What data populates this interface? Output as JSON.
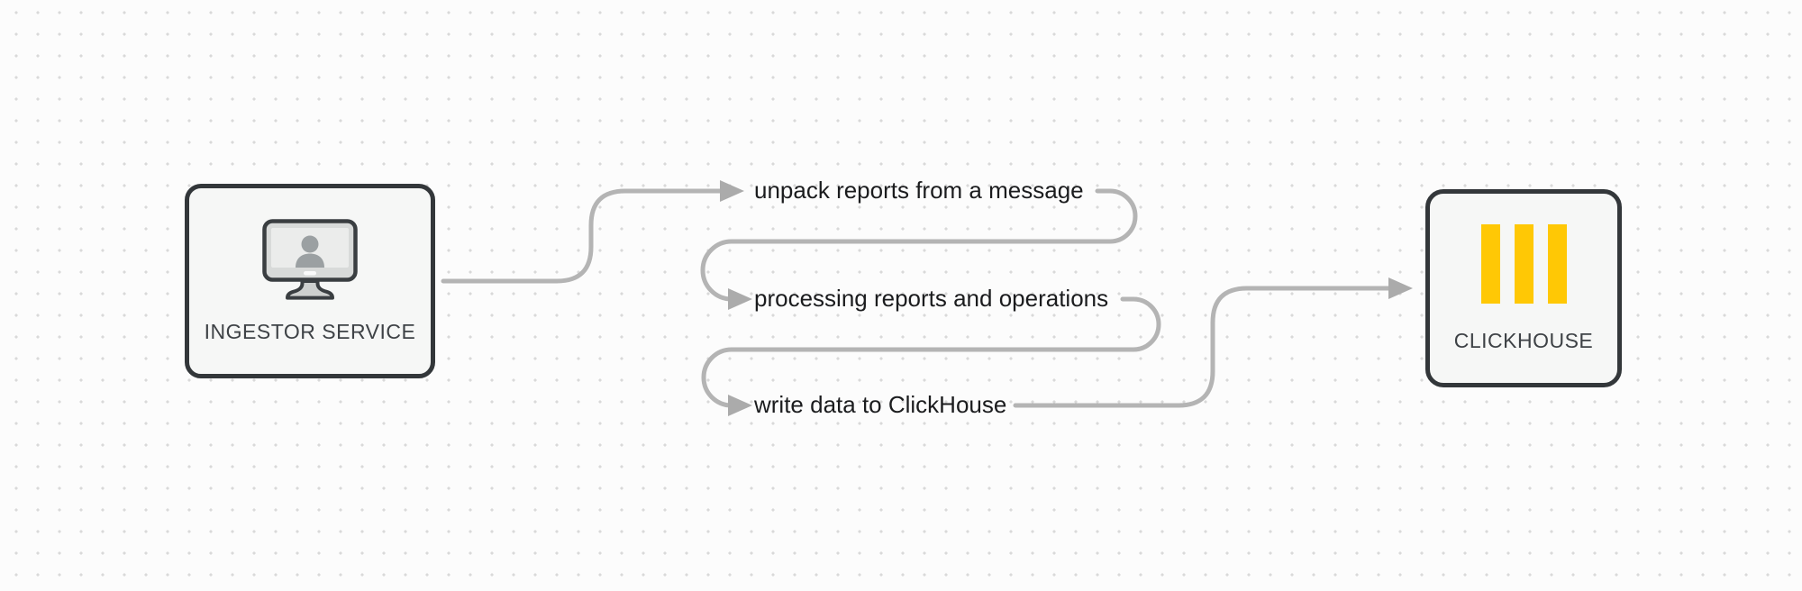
{
  "diagram": {
    "nodes": {
      "ingestor": {
        "label": "INGESTOR SERVICE",
        "icon": "user-monitor-icon"
      },
      "clickhouse": {
        "label": "CLICKHOUSE",
        "icon": "clickhouse-bars-icon"
      }
    },
    "steps": [
      {
        "label": "unpack reports from a message"
      },
      {
        "label": "processing reports and operations"
      },
      {
        "label": "write data to ClickHouse"
      }
    ],
    "colors": {
      "connector_gray": "#b4b4b4",
      "arrowhead_gray": "#ababab",
      "node_border": "#33373a",
      "node_fill": "#f6f7f6",
      "clickhouse_yellow": "#ffc805",
      "silhouette_gray": "#9ba0a2",
      "node_label_text": "#3e4246",
      "step_text": "#1b1c1e",
      "background_dot": "#d9d9d9"
    }
  }
}
